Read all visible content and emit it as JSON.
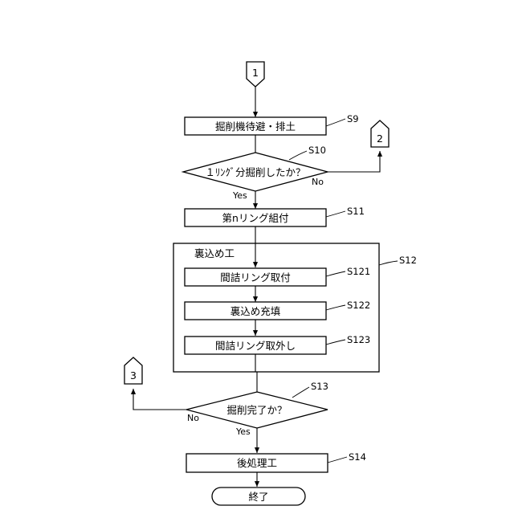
{
  "connectors": {
    "start": "1",
    "loop_s10": "2",
    "loop_s13": "3"
  },
  "steps": {
    "s9": {
      "id": "S9",
      "text": "掘削機待避・排土"
    },
    "s10": {
      "id": "S10",
      "text": "１ﾘﾝｸﾞ分掘削したか？",
      "no": "No",
      "yes": "Yes"
    },
    "s11": {
      "id": "S11",
      "text": "第nリング組付"
    },
    "s12": {
      "id": "S12",
      "text": "裏込め工"
    },
    "s121": {
      "id": "S121",
      "text": "間詰リング取付"
    },
    "s122": {
      "id": "S122",
      "text": "裏込め充填"
    },
    "s123": {
      "id": "S123",
      "text": "間詰リング取外し"
    },
    "s13": {
      "id": "S13",
      "text": "掘削完了か？",
      "no": "No",
      "yes": "Yes"
    },
    "s14": {
      "id": "S14",
      "text": "後処理工"
    },
    "end": {
      "text": "終了"
    }
  }
}
